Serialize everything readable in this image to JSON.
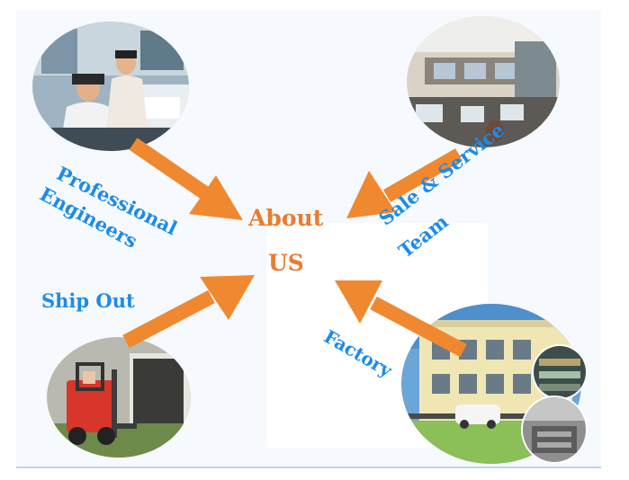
{
  "labels": {
    "professional": "Professional",
    "engineers": "Engineers",
    "sale_service": "Sale & Service",
    "team": "Team",
    "ship_out": "Ship Out",
    "factory": "Factory"
  },
  "center": {
    "line1": "About",
    "line2": "US"
  },
  "colors": {
    "label_blue": "#1c8bea",
    "title_orange": "#ec7a2c",
    "arrow_orange": "#f08830"
  },
  "images": [
    "photo-engineers",
    "photo-sales-office",
    "photo-ship-out-forklift",
    "photo-factory-building",
    "photo-product-detail"
  ]
}
